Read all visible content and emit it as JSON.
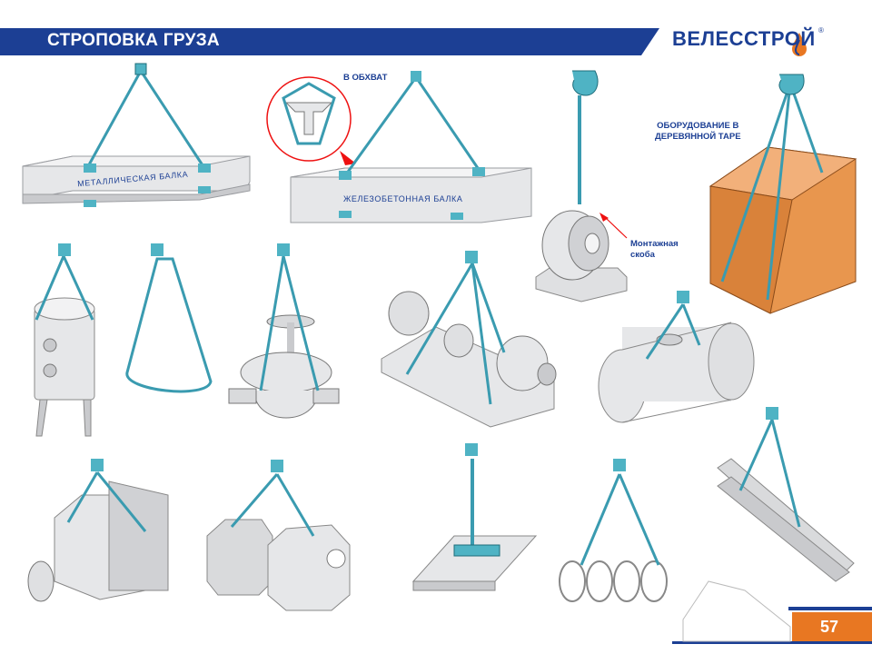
{
  "header": {
    "title": "СТРОПОВКА ГРУЗА"
  },
  "logo": {
    "text": "ВЕЛЕССТРОЙ",
    "registered": "®"
  },
  "labels": {
    "metal_beam": "МЕТАЛЛИЧЕСКАЯ БАЛКА",
    "wrap_around": "В ОБХВАТ",
    "concrete_beam": "ЖЕЛЕЗОБЕТОННАЯ БАЛКА",
    "mounting_bracket_line1": "Монтажная",
    "mounting_bracket_line2": "скоба",
    "crate_line1": "ОБОРУДОВАНИЕ В",
    "crate_line2": "ДЕРЕВЯННОЙ ТАРЕ"
  },
  "page_number": "57",
  "colors": {
    "header_blue": "#1c3f94",
    "accent_orange": "#e87722",
    "sling_teal": "#3a9bb0",
    "hook_teal": "#4fb3c4",
    "crate_orange": "#e8964e",
    "metal_gray": "#d9dadc"
  }
}
